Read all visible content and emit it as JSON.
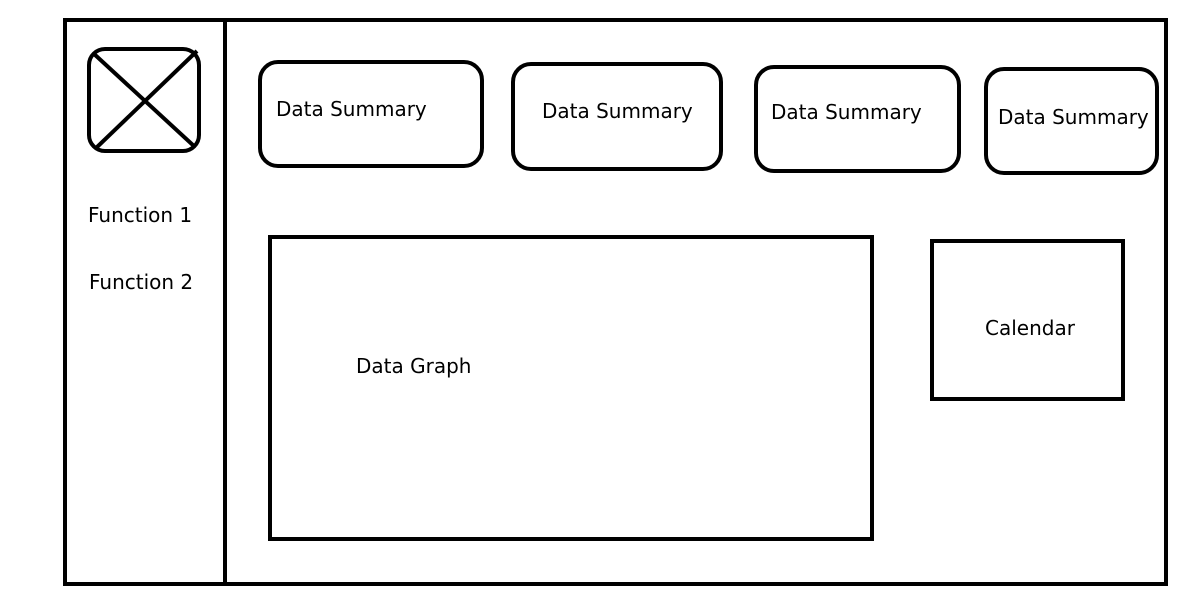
{
  "sidebar": {
    "logo_icon": "placeholder-image-icon",
    "items": [
      {
        "label": "Function 1"
      },
      {
        "label": "Function 2"
      }
    ]
  },
  "summary_cards": [
    {
      "label": "Data Summary"
    },
    {
      "label": "Data Summary"
    },
    {
      "label": "Data Summary"
    },
    {
      "label": "Data Summary"
    }
  ],
  "main": {
    "graph_label": "Data Graph",
    "calendar_label": "Calendar"
  }
}
